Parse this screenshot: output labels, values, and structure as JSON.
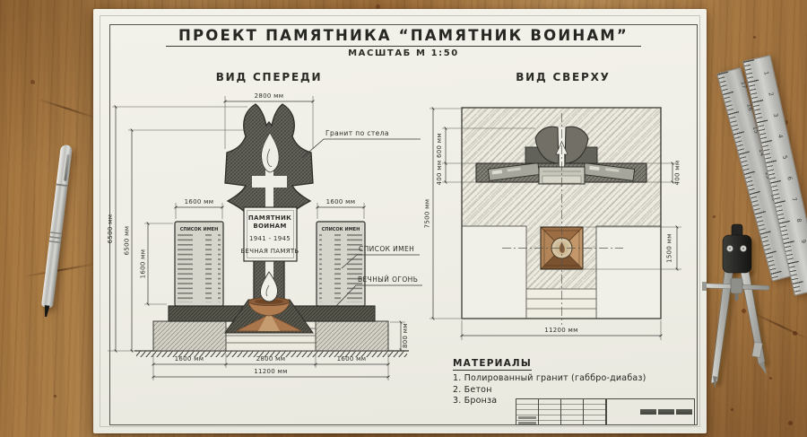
{
  "sheet": {
    "title": "ПРОЕКТ ПАМЯТНИКА “ПАМЯТНИК ВОИНАМ”",
    "scale_note": "МАСШТАБ М 1:50"
  },
  "front_view": {
    "heading": "ВИД СПЕРЕДИ",
    "plaque": {
      "line1": "ПАМЯТНИК",
      "line2": "ВОИНАМ",
      "years": "1941 - 1945",
      "line3": "ВЕЧНАЯ ПАМЯТЬ"
    },
    "panel_header": "СПИСОК ИМЕН",
    "labels": {
      "granite": "Гранит по стела",
      "names": "СПИСОК ИМЕН",
      "eternal_flame": "ВЕЧНЫЙ ОГОНЬ"
    },
    "dims": {
      "top_width": "2800 мм",
      "height_outer": "6500 мм",
      "height_inner": "6500 мм",
      "panel_height": "1600 мм",
      "panel_width_left": "1600 мм",
      "panel_width_right": "1600 мм",
      "base_height": "800 мм",
      "bottom_left": "1600 мм",
      "bottom_center": "2800 мм",
      "bottom_right": "1600 мм",
      "total_width": "11200 мм"
    }
  },
  "top_view": {
    "heading": "ВИД СВЕРХУ",
    "dims": {
      "overall_depth": "7500 мм",
      "stele_depth": "600 мм",
      "platform_depth_left": "400 мм",
      "platform_depth_right": "400 мм",
      "flame_depth": "1500 мм",
      "total_width": "11200 мм"
    }
  },
  "materials": {
    "heading": "МАТЕРИАЛЫ",
    "items": [
      "1. Полированный гранит (габбро-диабаз)",
      "2. Бетон",
      "3. Бронза"
    ]
  },
  "desk": {
    "ruler_front_numbers": [
      "1",
      "2",
      "3",
      "4",
      "5",
      "6",
      "7",
      "8",
      "9"
    ],
    "ruler_back_numbers": [
      "17",
      "16",
      "15",
      "14",
      "13",
      "12",
      "11",
      "10"
    ]
  }
}
